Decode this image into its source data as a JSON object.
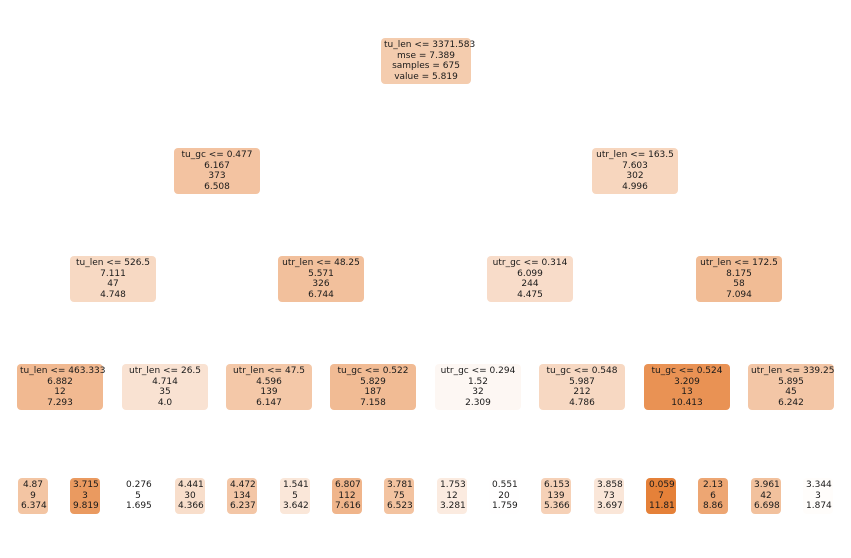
{
  "accent_color": "#e58139",
  "value_range": [
    1.695,
    11.81
  ],
  "levels": [
    [
      {
        "id": "n0",
        "lines": [
          "tu_len <= 3371.583",
          "mse = 7.389",
          "samples = 675",
          "value = 5.819"
        ],
        "value": 5.819
      }
    ],
    [
      {
        "id": "n1",
        "lines": [
          "tu_gc <= 0.477",
          "6.167",
          "373",
          "6.508"
        ],
        "value": 6.508
      },
      {
        "id": "n2",
        "lines": [
          "utr_len <= 163.5",
          "7.603",
          "302",
          "4.996"
        ],
        "value": 4.996
      }
    ],
    [
      {
        "id": "n3",
        "lines": [
          "tu_len <= 526.5",
          "7.111",
          "47",
          "4.748"
        ],
        "value": 4.748
      },
      {
        "id": "n4",
        "lines": [
          "utr_len <= 48.25",
          "5.571",
          "326",
          "6.744"
        ],
        "value": 6.744
      },
      {
        "id": "n5",
        "lines": [
          "utr_gc <= 0.314",
          "6.099",
          "244",
          "4.475"
        ],
        "value": 4.475
      },
      {
        "id": "n6",
        "lines": [
          "utr_len <= 172.5",
          "8.175",
          "58",
          "7.094"
        ],
        "value": 7.094
      }
    ],
    [
      {
        "id": "n7",
        "lines": [
          "tu_len <= 463.333",
          "6.882",
          "12",
          "7.293"
        ],
        "value": 7.293
      },
      {
        "id": "n8",
        "lines": [
          "utr_len <= 26.5",
          "4.714",
          "35",
          "4.0"
        ],
        "value": 4.0
      },
      {
        "id": "n9",
        "lines": [
          "utr_len <= 47.5",
          "4.596",
          "139",
          "6.147"
        ],
        "value": 6.147
      },
      {
        "id": "n10",
        "lines": [
          "tu_gc <= 0.522",
          "5.829",
          "187",
          "7.158"
        ],
        "value": 7.158
      },
      {
        "id": "n11",
        "lines": [
          "utr_gc <= 0.294",
          "1.52",
          "32",
          "2.309"
        ],
        "value": 2.309
      },
      {
        "id": "n12",
        "lines": [
          "tu_gc <= 0.548",
          "5.987",
          "212",
          "4.786"
        ],
        "value": 4.786
      },
      {
        "id": "n13",
        "lines": [
          "tu_gc <= 0.524",
          "3.209",
          "13",
          "10.413"
        ],
        "value": 10.413
      },
      {
        "id": "n14",
        "lines": [
          "utr_len <= 339.25",
          "5.895",
          "45",
          "6.242"
        ],
        "value": 6.242
      }
    ],
    [
      {
        "id": "n15",
        "lines": [
          "4.87",
          "9",
          "6.374"
        ],
        "value": 6.374
      },
      {
        "id": "n16",
        "lines": [
          "3.715",
          "3",
          "9.819"
        ],
        "value": 9.819
      },
      {
        "id": "n17",
        "lines": [
          "0.276",
          "5",
          "1.695"
        ],
        "value": 1.695
      },
      {
        "id": "n18",
        "lines": [
          "4.441",
          "30",
          "4.366"
        ],
        "value": 4.366
      },
      {
        "id": "n19",
        "lines": [
          "4.472",
          "134",
          "6.237"
        ],
        "value": 6.237
      },
      {
        "id": "n20",
        "lines": [
          "1.541",
          "5",
          "3.642"
        ],
        "value": 3.642
      },
      {
        "id": "n21",
        "lines": [
          "6.807",
          "112",
          "7.616"
        ],
        "value": 7.616
      },
      {
        "id": "n22",
        "lines": [
          "3.781",
          "75",
          "6.523"
        ],
        "value": 6.523
      },
      {
        "id": "n23",
        "lines": [
          "1.753",
          "12",
          "3.281"
        ],
        "value": 3.281
      },
      {
        "id": "n24",
        "lines": [
          "0.551",
          "20",
          "1.759"
        ],
        "value": 1.759
      },
      {
        "id": "n25",
        "lines": [
          "6.153",
          "139",
          "5.366"
        ],
        "value": 5.366
      },
      {
        "id": "n26",
        "lines": [
          "3.858",
          "73",
          "3.697"
        ],
        "value": 3.697
      },
      {
        "id": "n27",
        "lines": [
          "0.059",
          "7",
          "11.81"
        ],
        "value": 11.81
      },
      {
        "id": "n28",
        "lines": [
          "2.13",
          "6",
          "8.86"
        ],
        "value": 8.86
      },
      {
        "id": "n29",
        "lines": [
          "3.961",
          "42",
          "6.698"
        ],
        "value": 6.698
      },
      {
        "id": "n30",
        "lines": [
          "3.344",
          "3",
          "1.874"
        ],
        "value": 1.874
      }
    ]
  ]
}
